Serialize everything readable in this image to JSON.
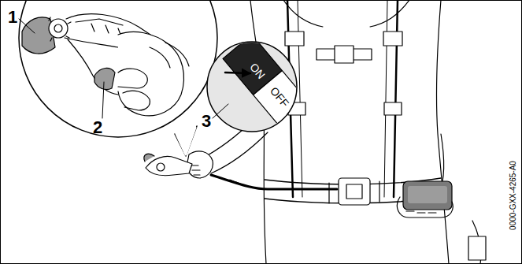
{
  "diagram": {
    "labels": [
      "1",
      "2",
      "3",
      "ON",
      "OFF",
      "0000-GXX-4265-A0"
    ]
  }
}
